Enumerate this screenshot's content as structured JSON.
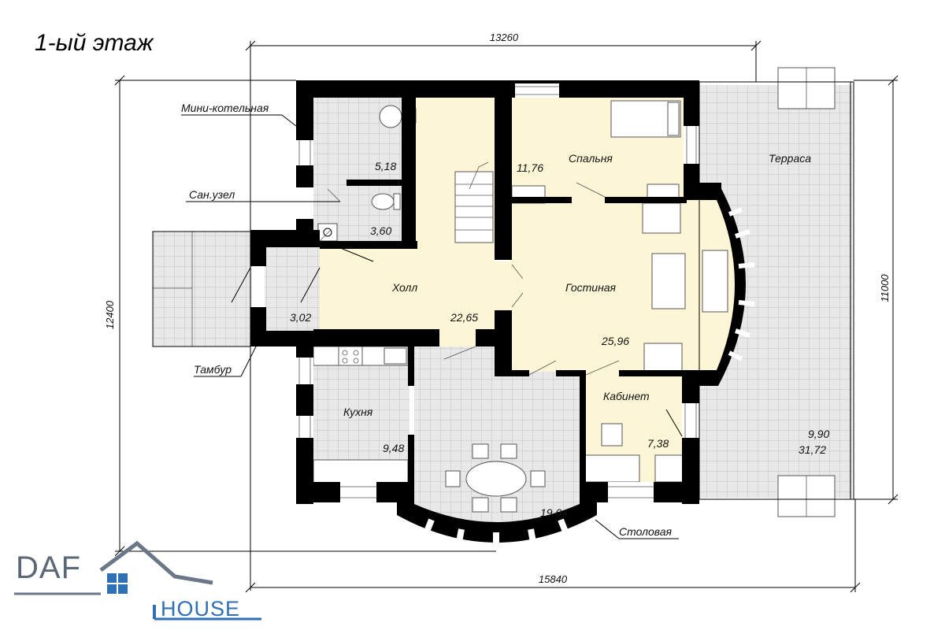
{
  "title": "1-ый этаж",
  "dimensions": {
    "top": "13260",
    "bottom": "15840",
    "left": "12400",
    "right": "11000"
  },
  "rooms": {
    "mini_boiler": "Мини-котельная",
    "bathroom": "Сан.узел",
    "vestibule": "Тамбур",
    "hall": "Холл",
    "bedroom": "Спальня",
    "living": "Гостиная",
    "kitchen": "Кухня",
    "study": "Кабинет",
    "dining": "Столовая",
    "terrace": "Терраса"
  },
  "areas": {
    "boiler": "5,18",
    "bathroom": "3,60",
    "vestibule": "3,02",
    "hall": "22,65",
    "bedroom": "11,76",
    "living": "25,96",
    "kitchen": "9,48",
    "study": "7,38",
    "dining": "19,04",
    "terrace_1": "9,90",
    "terrace_2": "31,72"
  },
  "logo": {
    "top": "DAF",
    "bottom": "HOUSE"
  },
  "colors": {
    "wall": "#000000",
    "living_fill": "#fdf6d6",
    "tile_fill": "#e6e6e6",
    "logo_dark": "#5a6878",
    "logo_blue": "#2e6fb5"
  }
}
